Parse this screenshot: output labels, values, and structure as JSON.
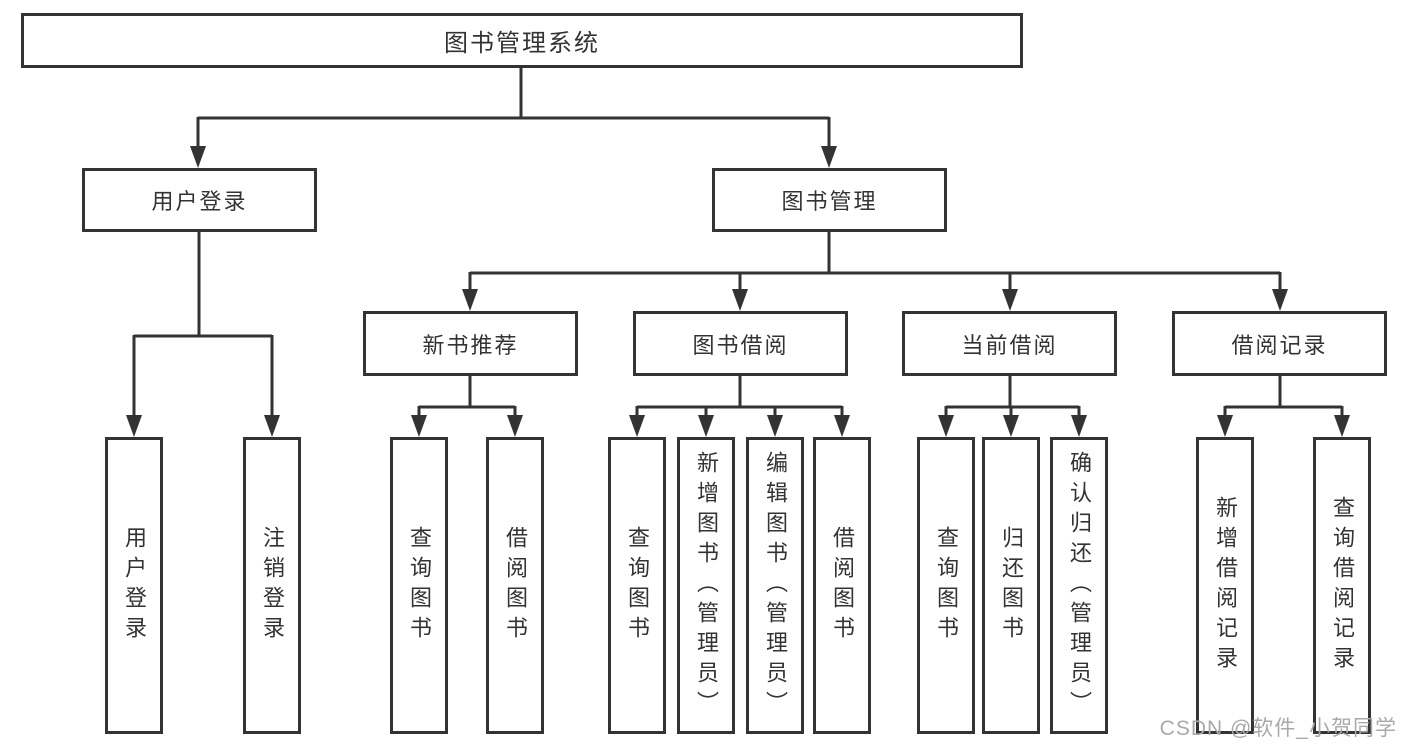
{
  "tree": {
    "label": "图书管理系统",
    "children": [
      {
        "label": "用户登录",
        "children": [
          {
            "label": "用户登录"
          },
          {
            "label": "注销登录"
          }
        ]
      },
      {
        "label": "图书管理",
        "children": [
          {
            "label": "新书推荐",
            "children": [
              {
                "label": "查询图书"
              },
              {
                "label": "借阅图书"
              }
            ]
          },
          {
            "label": "图书借阅",
            "children": [
              {
                "label": "查询图书"
              },
              {
                "label": "新增图书（管理员）"
              },
              {
                "label": "编辑图书（管理员）"
              },
              {
                "label": "借阅图书"
              }
            ]
          },
          {
            "label": "当前借阅",
            "children": [
              {
                "label": "查询图书"
              },
              {
                "label": "归还图书"
              },
              {
                "label": "确认归还（管理员）"
              }
            ]
          },
          {
            "label": "借阅记录",
            "children": [
              {
                "label": "新增借阅记录"
              },
              {
                "label": "查询借阅记录"
              }
            ]
          }
        ]
      }
    ]
  },
  "watermark": "CSDN @软件_小贺同学",
  "colors": {
    "line": "#333333",
    "box_border": "#333333",
    "box_fill": "#ffffff",
    "text": "#333333",
    "watermark": "#a9a9a9",
    "background": "#ffffff"
  }
}
